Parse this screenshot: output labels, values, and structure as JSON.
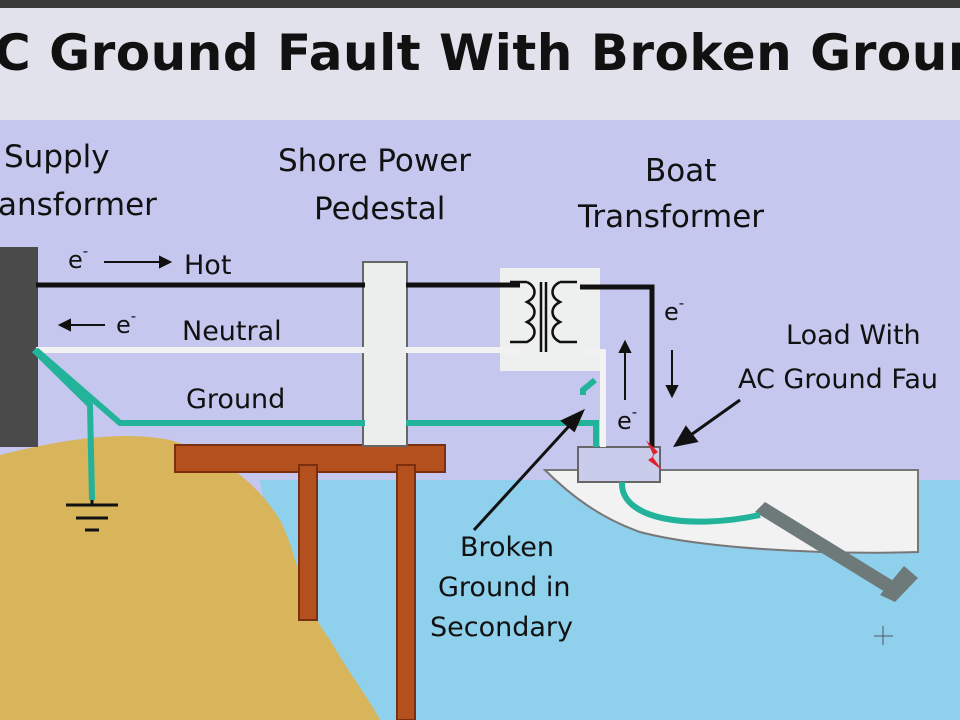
{
  "title": "C Ground Fault With Broken Grour",
  "labels": {
    "supply_line1": "Supply",
    "supply_line2": "ansformer",
    "pedestal_line1": "Shore Power",
    "pedestal_line2": "Pedestal",
    "boat_tx_line1": "Boat",
    "boat_tx_line2": "Transformer",
    "hot": "Hot",
    "neutral": "Neutral",
    "ground": "Ground",
    "load_line1": "Load With",
    "load_line2": "AC Ground Fau",
    "broken_line1": "Broken",
    "broken_line2": "Ground in",
    "broken_line3": "Secondary"
  },
  "electron": {
    "symbol": "e",
    "charge": "-"
  },
  "colors": {
    "background": "#c5c7ee",
    "title_band": "#e2e2ec",
    "hot_wire": "#111111",
    "neutral_wire": "#f2f2f2",
    "ground_wire": "#22b39a",
    "sand": "#d8b55a",
    "water": "#8fd0ec",
    "dock": "#b4501e",
    "fault": "#e0202a"
  }
}
